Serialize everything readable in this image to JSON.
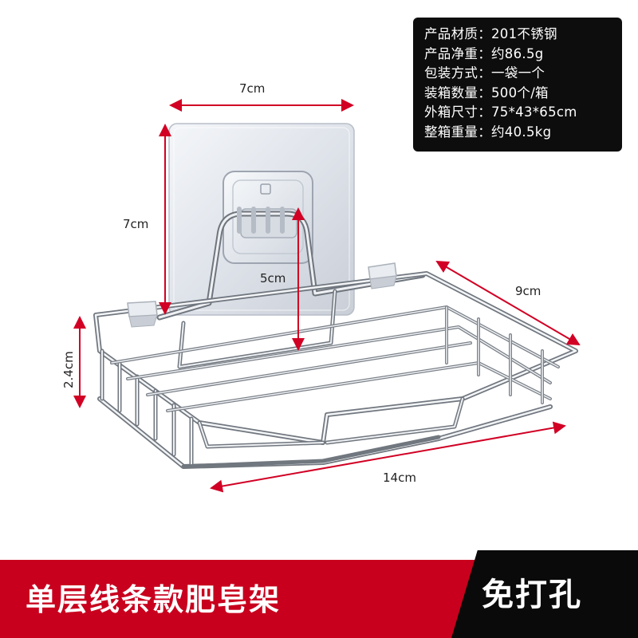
{
  "specs": [
    {
      "label": "产品材质：",
      "value": "201不锈钢"
    },
    {
      "label": "产品净重：",
      "value": "约86.5g"
    },
    {
      "label": "包装方式：",
      "value": "一袋一个"
    },
    {
      "label": "装箱数量：",
      "value": "500个/箱"
    },
    {
      "label": "外箱尺寸：",
      "value": "75*43*65cm"
    },
    {
      "label": "整箱重量：",
      "value": "约40.5kg"
    }
  ],
  "dimensions": {
    "plate_width": "7cm",
    "plate_height": "7cm",
    "hook_height": "5cm",
    "depth": "9cm",
    "height": "2.4cm",
    "length": "14cm"
  },
  "banner": {
    "title": "单层线条款肥皂架",
    "tag": "免打孔"
  },
  "colors": {
    "dimension_line": "#d10024",
    "banner_red": "#c8001e",
    "banner_black": "#0a0a0a",
    "spec_bg": "#0d0d0d"
  }
}
